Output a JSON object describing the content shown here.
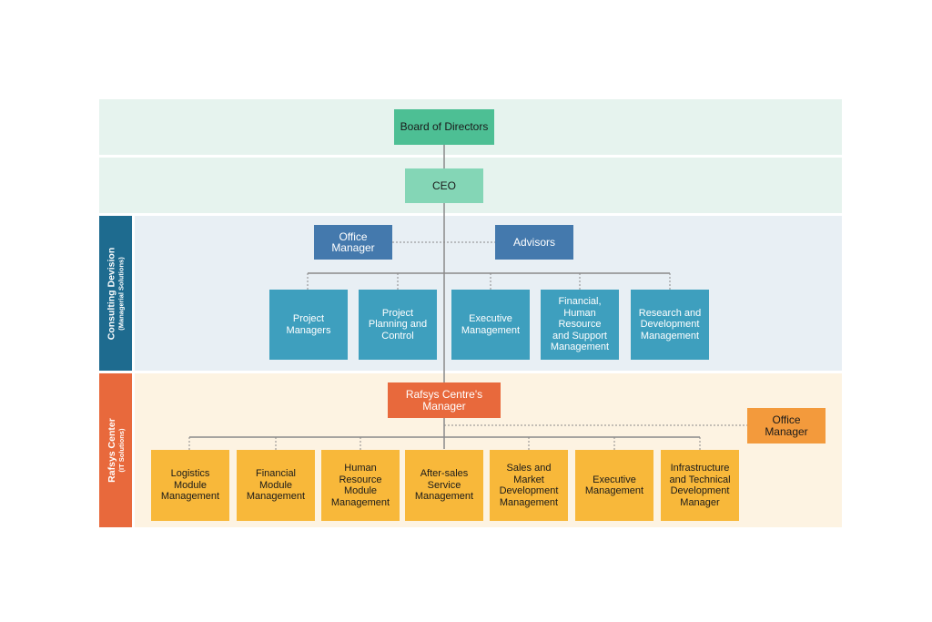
{
  "colors": {
    "band_top": "#e6f3ee",
    "band_consulting": "#e8eff4",
    "band_rafsys": "#fdf3e2",
    "side_consulting": "#1e6b8f",
    "side_rafsys": "#e8693c",
    "board": "#4dbf94",
    "ceo": "#84d6b6",
    "office_manager_consulting": "#4479ad",
    "advisors": "#4479ad",
    "consulting_unit": "#3e9fbe",
    "rafsys_manager": "#e8693c",
    "office_manager_rafsys": "#f39a3c",
    "rafsys_unit": "#f8b83a",
    "line": "#8a8a8a"
  },
  "top": {
    "board": "Board of Directors",
    "ceo": "CEO"
  },
  "consulting": {
    "side_title": "Consulting Devision",
    "side_subtitle": "(Managerial Solutions)",
    "office_manager": "Office\nManager",
    "advisors": "Advisors",
    "units": [
      "Project\nManagers",
      "Project\nPlanning and\nControl",
      "Executive\nManagement",
      "Financial,\nHuman\nResource\nand Support\nManagement",
      "Research and\nDevelopment\nManagement"
    ]
  },
  "rafsys": {
    "side_title": "Rafsys Center",
    "side_subtitle": "(IT Solutions)",
    "manager": "Rafsys Centre's\nManager",
    "office_manager": "Office\nManager",
    "units": [
      "Logistics\nModule\nManagement",
      "Financial\nModule\nManagement",
      "Human\nResource\nModule\nManagement",
      "After-sales\nService\nManagement",
      "Sales and\nMarket\nDevelopment\nManagement",
      "Executive\nManagement",
      "Infrastructure\nand Technical\nDevelopment\nManager"
    ]
  }
}
